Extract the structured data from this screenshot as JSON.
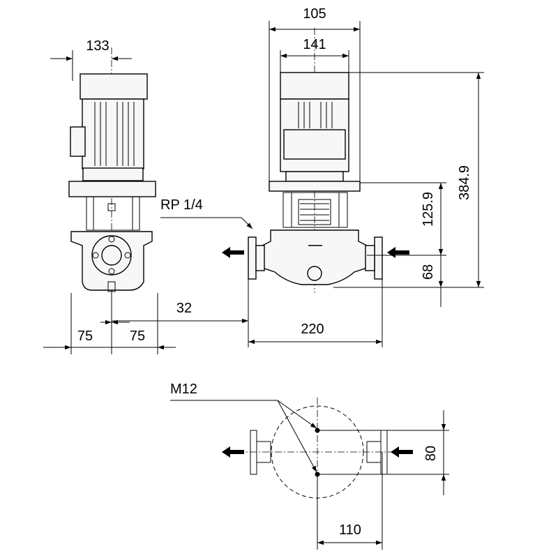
{
  "drawing": {
    "labels": {
      "rp": "RP 1/4",
      "m12": "M12"
    },
    "dimensions": {
      "d133": "133",
      "d105": "105",
      "d141": "141",
      "d384": "384.9",
      "d125": "125.9",
      "d68": "68",
      "d32": "32",
      "d75_left": "75",
      "d75_right": "75",
      "d220": "220",
      "d80": "80",
      "d110": "110"
    }
  }
}
